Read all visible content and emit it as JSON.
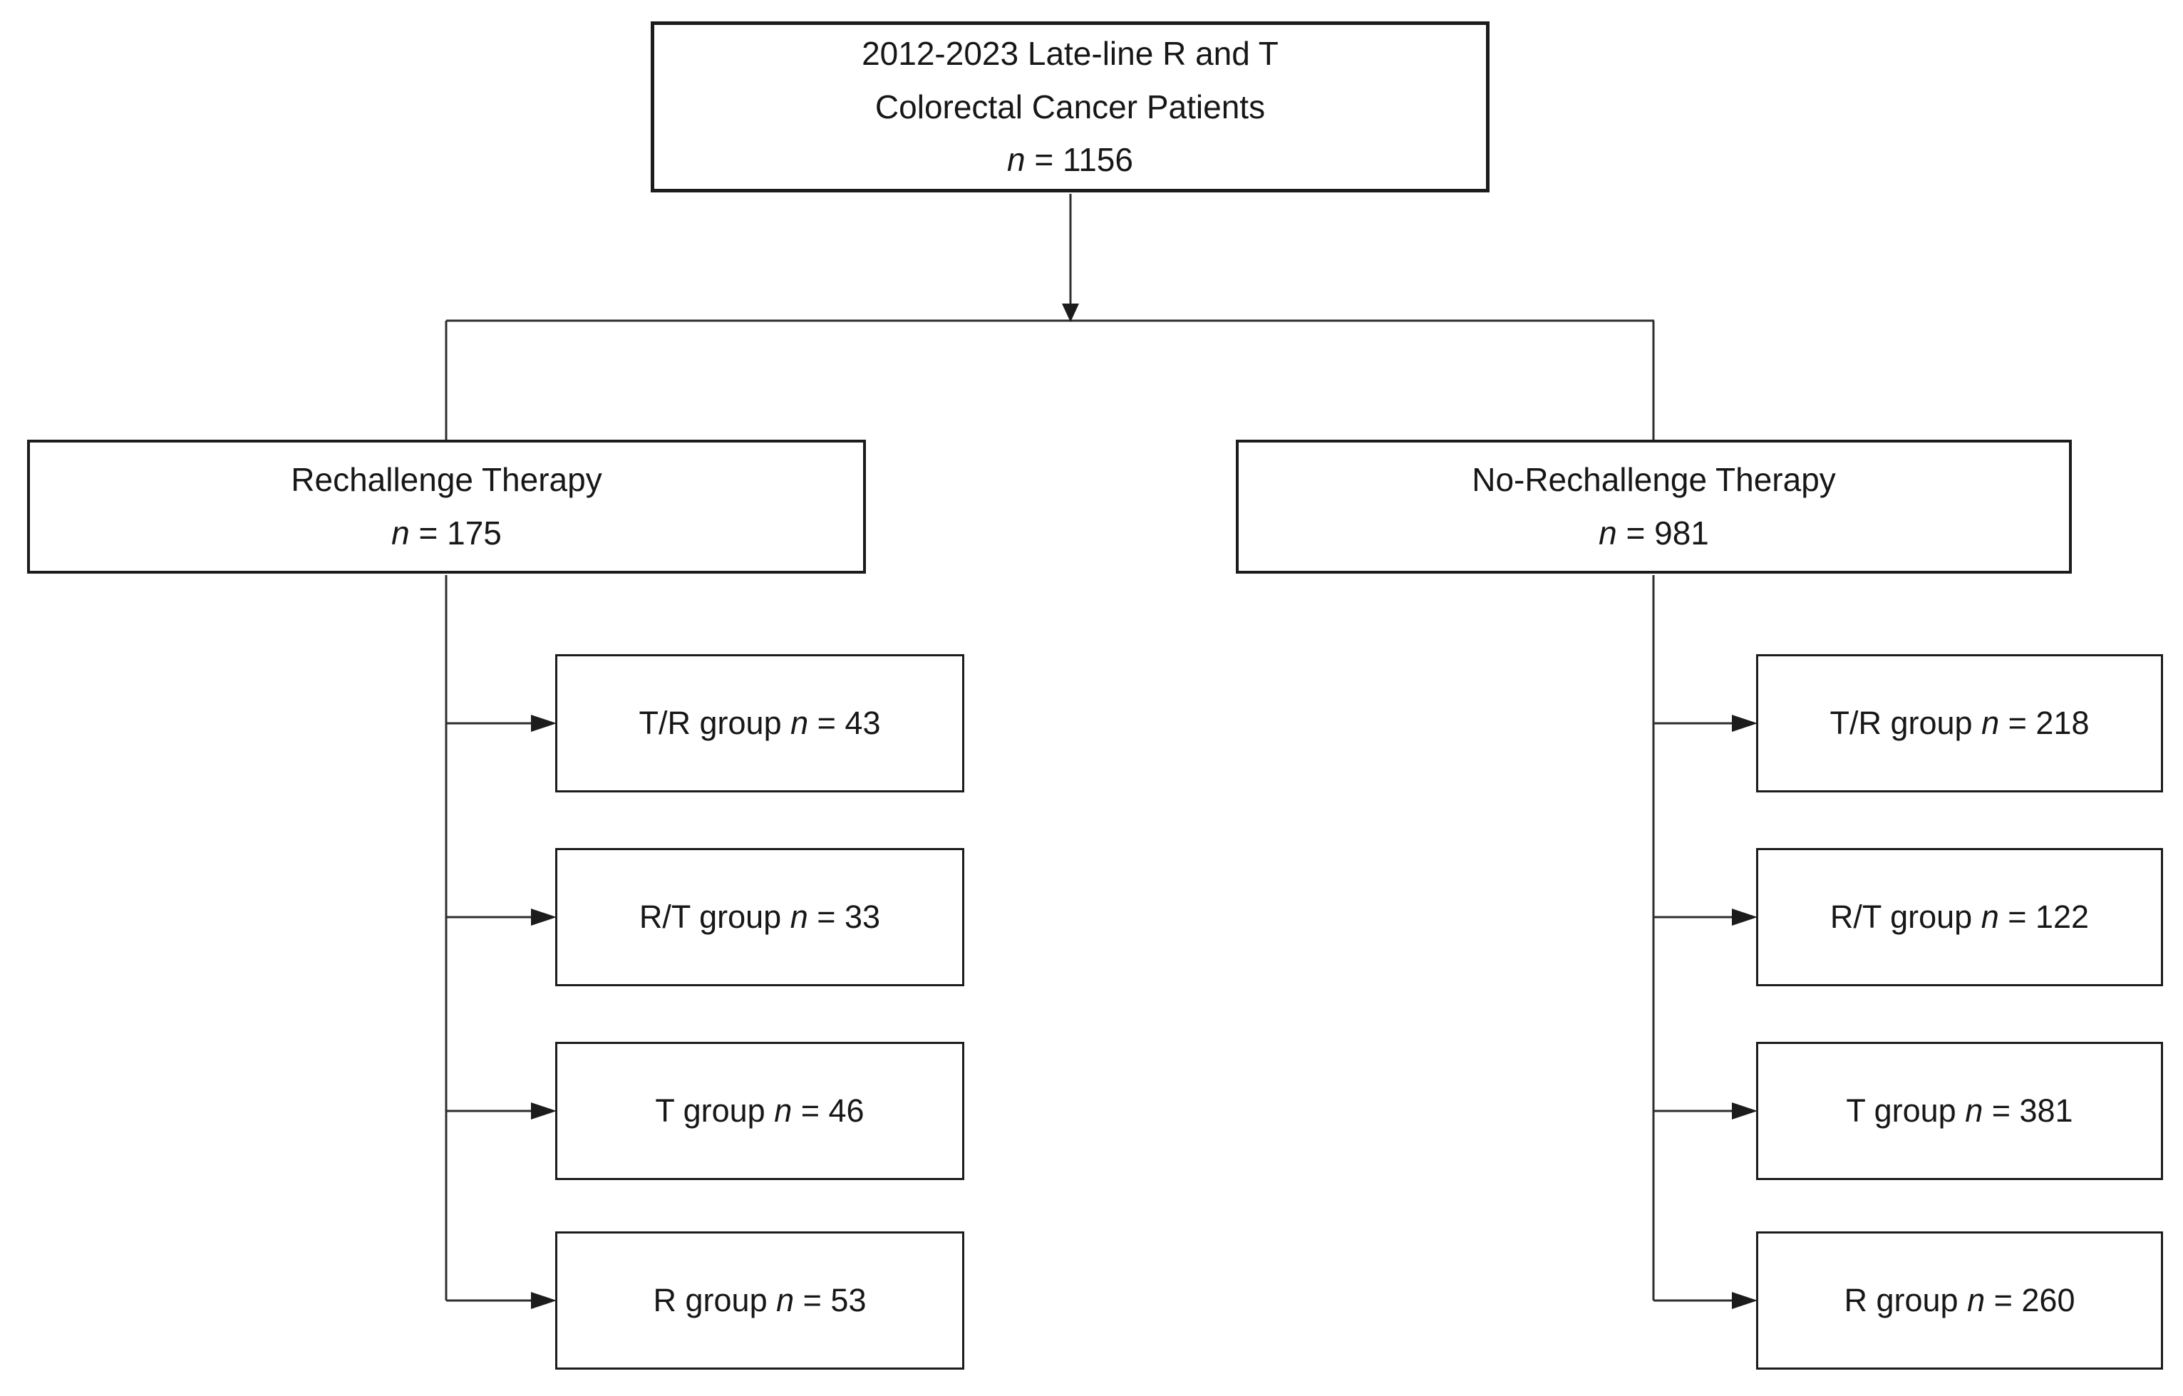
{
  "colors": {
    "background": "#ffffff",
    "box_border": "#1c1c1c",
    "connector_line": "#2e2e2e",
    "text": "#171717"
  },
  "flow": {
    "root": {
      "title1": "2012-2023 Late-line R and T",
      "title2": "Colorectal Cancer Patients",
      "n_var": "n",
      "n_eq": " = 1156"
    },
    "rechallenge": {
      "title": "Rechallenge Therapy",
      "n_var": "n",
      "n_eq": " = 175"
    },
    "no_rechallenge": {
      "title": "No-Rechallenge Therapy",
      "n_var": "n",
      "n_eq": " = 981"
    },
    "rechallenge_groups": [
      {
        "prefix": "T/R group ",
        "n_var": "n",
        "n_eq": " = 43"
      },
      {
        "prefix": "R/T group ",
        "n_var": "n",
        "n_eq": " = 33"
      },
      {
        "prefix": "T group ",
        "n_var": "n",
        "n_eq": " = 46"
      },
      {
        "prefix": "R group ",
        "n_var": "n",
        "n_eq": " = 53"
      }
    ],
    "no_rechallenge_groups": [
      {
        "prefix": "T/R group ",
        "n_var": "n",
        "n_eq": " = 218"
      },
      {
        "prefix": "R/T group ",
        "n_var": "n",
        "n_eq": " = 122"
      },
      {
        "prefix": "T group ",
        "n_var": "n",
        "n_eq": " = 381"
      },
      {
        "prefix": "R group ",
        "n_var": "n",
        "n_eq": " = 260"
      }
    ]
  }
}
